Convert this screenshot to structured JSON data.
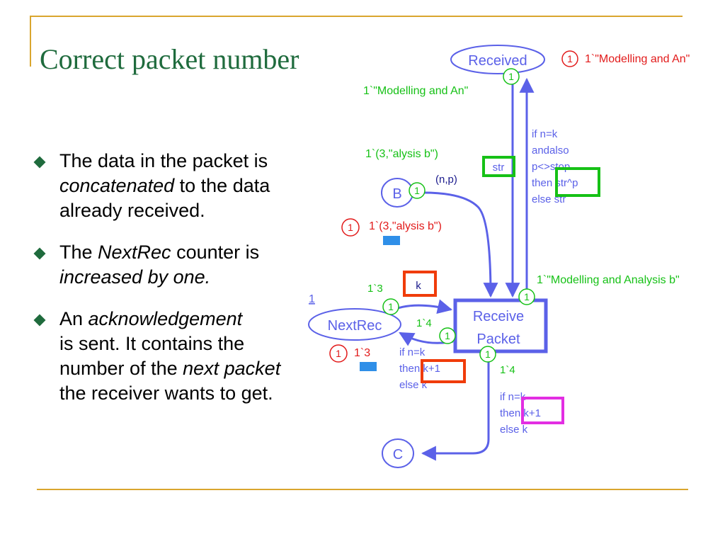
{
  "slide": {
    "title": "Correct packet number",
    "bullets": [
      {
        "lines": [
          [
            {
              "text": "The data in the packet is"
            }
          ],
          [
            {
              "text": "concatenated",
              "italic": true
            },
            {
              "text": " to the data"
            }
          ],
          [
            {
              "text": "already received."
            }
          ]
        ]
      },
      {
        "lines": [
          [
            {
              "text": "The "
            },
            {
              "text": "NextRec",
              "italic": true
            },
            {
              "text": " counter is"
            }
          ],
          [
            {
              "text": "increased by one.",
              "italic": true
            }
          ]
        ]
      },
      {
        "lines": [
          [
            {
              "text": "An "
            },
            {
              "text": "acknowledgement",
              "italic": true
            }
          ],
          [
            {
              "text": "is sent. It contains the"
            }
          ],
          [
            {
              "text": "number of the "
            },
            {
              "text": "next packet",
              "italic": true
            }
          ],
          [
            {
              "text": "the receiver wants to get."
            }
          ]
        ]
      }
    ]
  },
  "diagram": {
    "places": {
      "received": "Received",
      "b": "B",
      "nextrec": "NextRec",
      "c": "C"
    },
    "transition": {
      "line1": "Receive",
      "line2": "Packet"
    },
    "received_marking_count": "1",
    "received_marking_value": "1`\"Modelling and An\"",
    "received_arc_token_count": "1",
    "received_arc_token_text": "1`\"Modelling and An\"",
    "b_token_count": "1",
    "b_token_text": "1`(3,\"alysis b\")",
    "b_marking_count": "1",
    "b_marking_value": "1`(3,\"alysis b\")",
    "arc_np": "(n,p)",
    "arc_str": "str",
    "arc_if_lines": [
      "if n=k",
      "andalso",
      "p<>stop",
      "then str^p",
      "else str"
    ],
    "highlight_strp": "str^p",
    "output_token_count": "1",
    "output_token_text": "1`\"Modelling and Analysis b\"",
    "nextrec_initial": "1",
    "nextrec_in_count": "1",
    "nextrec_in_text": "1`3",
    "arc_k": "k",
    "nextrec_out_count": "1",
    "nextrec_out_text": "1`4",
    "nextrec_marking_count": "1",
    "nextrec_marking_value": "1`3",
    "arc_nextrec_lines": [
      "if n=k",
      "then k+1",
      "else k"
    ],
    "highlight_k1_a": "k+1",
    "c_token_count": "1",
    "c_token_text": "1`4",
    "arc_c_lines": [
      "if n=k",
      "then k+1",
      "else k"
    ],
    "highlight_k1_b": "k+1",
    "colors": {
      "arc": "#5b61e8",
      "green": "#16c116",
      "red": "#e21b1b",
      "orange_red": "#f03c0a",
      "magenta": "#e22ee2",
      "token_blue": "#2f8fe8",
      "title_green": "#1f6b3d",
      "rule": "#d9a62e"
    }
  }
}
